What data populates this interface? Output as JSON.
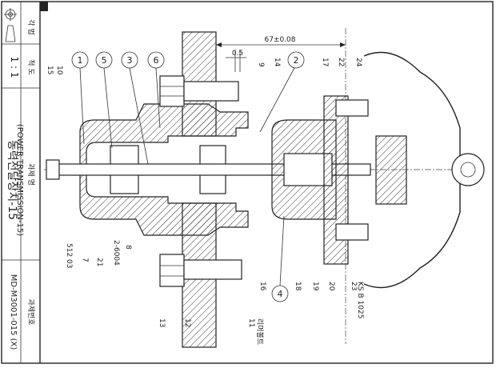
{
  "title_block": {
    "scale_value": "1 : 1",
    "scale_label": "척 도",
    "angle_label": "각 법",
    "title_korean": "동력전달장치-15",
    "title_english": "(POWER TRANSMISSION-15)",
    "title_label": "과제 명",
    "number_value": "MD-M3001-015 (X)",
    "number_label": "과제번호"
  },
  "dimensions": {
    "overall": "67±0.08",
    "small": "0.5"
  },
  "balloons": [
    "1",
    "5",
    "3",
    "6",
    "2",
    "4"
  ],
  "part_labels": {
    "p15": "15",
    "p10": "10",
    "p9": "9",
    "p14": "14",
    "p17": "17",
    "p22": "22",
    "p24": "24",
    "p7": "7",
    "p21": "21",
    "p8": "8",
    "p8b": "2-6004",
    "p512": "512 03",
    "p13": "13",
    "p12": "12",
    "p11": "11",
    "p11b": "리머볼트",
    "p16": "16",
    "p18": "18",
    "p19": "19",
    "p20": "20",
    "p23": "23",
    "ks": "KS B 1025"
  }
}
